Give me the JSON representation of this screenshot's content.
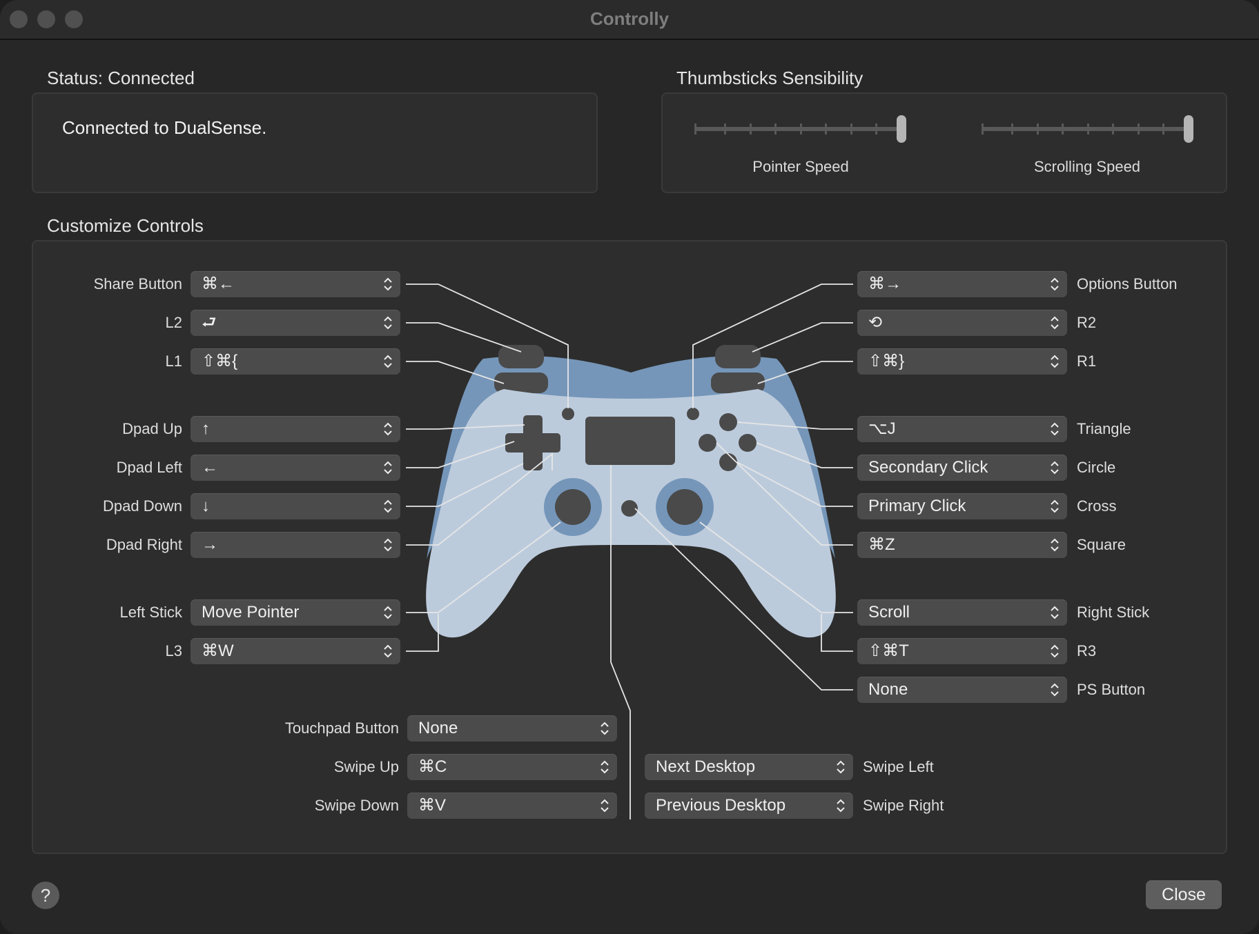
{
  "window": {
    "title": "Controlly"
  },
  "status": {
    "heading": "Status: Connected",
    "message": "Connected to DualSense."
  },
  "sensibility": {
    "heading": "Thumbsticks Sensibility",
    "pointer": {
      "label": "Pointer Speed",
      "value": 1.0
    },
    "scrolling": {
      "label": "Scrolling Speed",
      "value": 1.0
    }
  },
  "customize": {
    "heading": "Customize Controls",
    "left": [
      {
        "label": "Share Button",
        "value": "⌘←"
      },
      {
        "label": "L2",
        "value": "⮐"
      },
      {
        "label": "L1",
        "value": "⇧⌘{"
      },
      {
        "label": "Dpad Up",
        "value": "↑"
      },
      {
        "label": "Dpad Left",
        "value": "←"
      },
      {
        "label": "Dpad Down",
        "value": "↓"
      },
      {
        "label": "Dpad Right",
        "value": "→"
      },
      {
        "label": "Left Stick",
        "value": "Move Pointer"
      },
      {
        "label": "L3",
        "value": "⌘W"
      }
    ],
    "right": [
      {
        "label": "Options Button",
        "value": "⌘→"
      },
      {
        "label": "R2",
        "value": "⟲"
      },
      {
        "label": "R1",
        "value": "⇧⌘}"
      },
      {
        "label": "Triangle",
        "value": "⌥J"
      },
      {
        "label": "Circle",
        "value": "Secondary Click"
      },
      {
        "label": "Cross",
        "value": "Primary Click"
      },
      {
        "label": "Square",
        "value": "⌘Z"
      },
      {
        "label": "Right Stick",
        "value": "Scroll"
      },
      {
        "label": "R3",
        "value": "⇧⌘T"
      },
      {
        "label": "PS Button",
        "value": "None"
      }
    ],
    "touchpad": [
      {
        "label": "Touchpad Button",
        "value": "None"
      },
      {
        "label": "Swipe Up",
        "value": "⌘C"
      },
      {
        "label": "Swipe Down",
        "value": "⌘V"
      }
    ],
    "swipes": [
      {
        "label": "Swipe Left",
        "value": "Next Desktop"
      },
      {
        "label": "Swipe Right",
        "value": "Previous Desktop"
      }
    ]
  },
  "footer": {
    "help": "?",
    "close": "Close"
  },
  "colors": {
    "controller_body": "#bccbdc",
    "controller_back": "#7596b9",
    "controller_dark": "#4a4a4a"
  }
}
